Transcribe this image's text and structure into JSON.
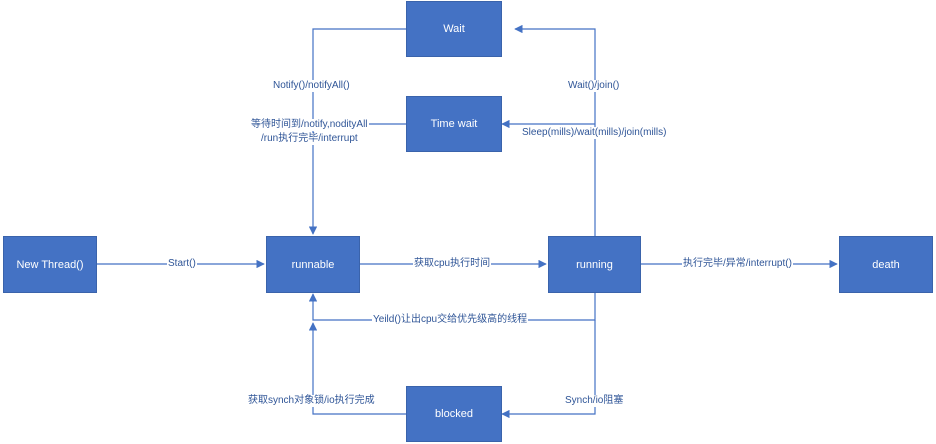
{
  "colors": {
    "node_fill": "#4472c4",
    "edge": "#4472c4",
    "label_text": "#2f5597",
    "background": "#ffffff"
  },
  "nodes": {
    "new_thread": "New Thread()",
    "runnable": "runnable",
    "running": "running",
    "death": "death",
    "wait": "Wait",
    "time_wait": "Time wait",
    "blocked": "blocked"
  },
  "edges": {
    "start": "Start()",
    "get_cpu": "获取cpu执行时间",
    "finish": "执行完毕/异常/interrupt()",
    "yield": "Yeild()让出cpu交给优先级高的线程",
    "wait_join": "Wait()/join()",
    "sleep": "Sleep(mills)/wait(mills)/join(mills)",
    "notify": "Notify()/notifyAll()",
    "timeout_line1": "等待时间到/notify,nodityAll",
    "timeout_line2": "/run执行完毕/interrupt",
    "sync_block": "Synch/io阻塞",
    "sync_acquire": "获取synch对象锁/io执行完成"
  }
}
